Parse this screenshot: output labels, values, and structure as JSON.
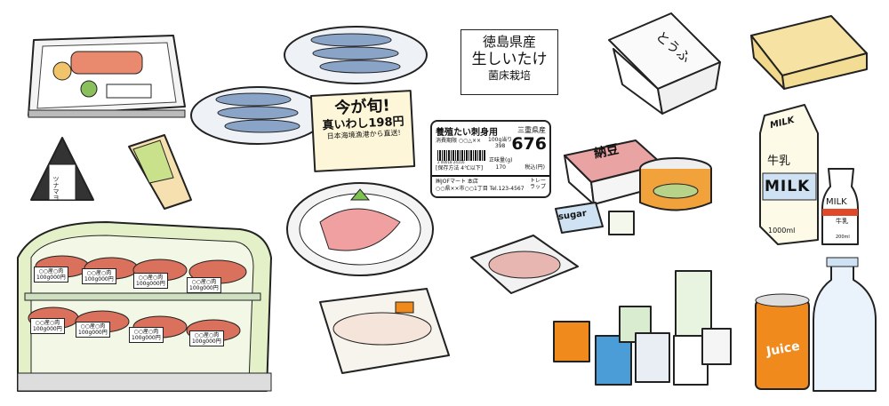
{
  "shiitake_label": {
    "origin": "徳島県産",
    "product": "生しいたけ",
    "method": "菌床栽培"
  },
  "sardine_sign": {
    "headline": "今が旬!",
    "item_price": "真いわし198円",
    "note": "日本海境漁港から直送!"
  },
  "price_label": {
    "title": "養殖たい刺身用",
    "prefecture": "三重県産",
    "shop_code": "消費期限 ○○△××",
    "per_100g_label": "100g当り",
    "per_100g_price": "398",
    "price": "676",
    "barcode_number": "2 00018 24116",
    "storage": "[保存方法 4℃以下]",
    "weight_label": "正味量(g)",
    "weight": "170",
    "tax": "税込(円)",
    "store_name": "㈱JOFマート 本店",
    "store_address": "○○県××市○○1丁目 Tel.123-4567",
    "tray": "トレー ラップ"
  },
  "meat_case_tags": [
    {
      "name": "○○産○肉",
      "price": "100g000円"
    },
    {
      "name": "○○産○肉",
      "price": "100g000円"
    },
    {
      "name": "○○産○肉",
      "price": "100g000円"
    },
    {
      "name": "○○産○肉",
      "price": "100g000円"
    },
    {
      "name": "○○産○肉",
      "price": "100g000円"
    },
    {
      "name": "○○産○肉",
      "price": "100g000円"
    },
    {
      "name": "○○産○肉",
      "price": "100g000円"
    },
    {
      "name": "○○産○肉",
      "price": "100g000円"
    }
  ],
  "onigiri_label": "ツナマヨ",
  "tofu_label": "とうふ",
  "natto_label": "納豆",
  "sugar_label": "sugar",
  "milk_carton": {
    "brand": "MILK",
    "jp": "牛乳",
    "volume": "1000ml"
  },
  "milk_bottle": {
    "brand": "MILK",
    "jp": "牛乳",
    "volume": "200ml"
  },
  "juice_label": "Juice",
  "colors": {
    "outline": "#222222",
    "salmon": "#e98a6e",
    "meat": "#d9715c",
    "butter": "#f6e3a3",
    "milk_blue": "#cfe2f3",
    "juice_orange": "#f08a1c",
    "can_orange": "#f2a23a",
    "natto_pink": "#e9a3a3",
    "case_green": "#e4f0c8"
  }
}
